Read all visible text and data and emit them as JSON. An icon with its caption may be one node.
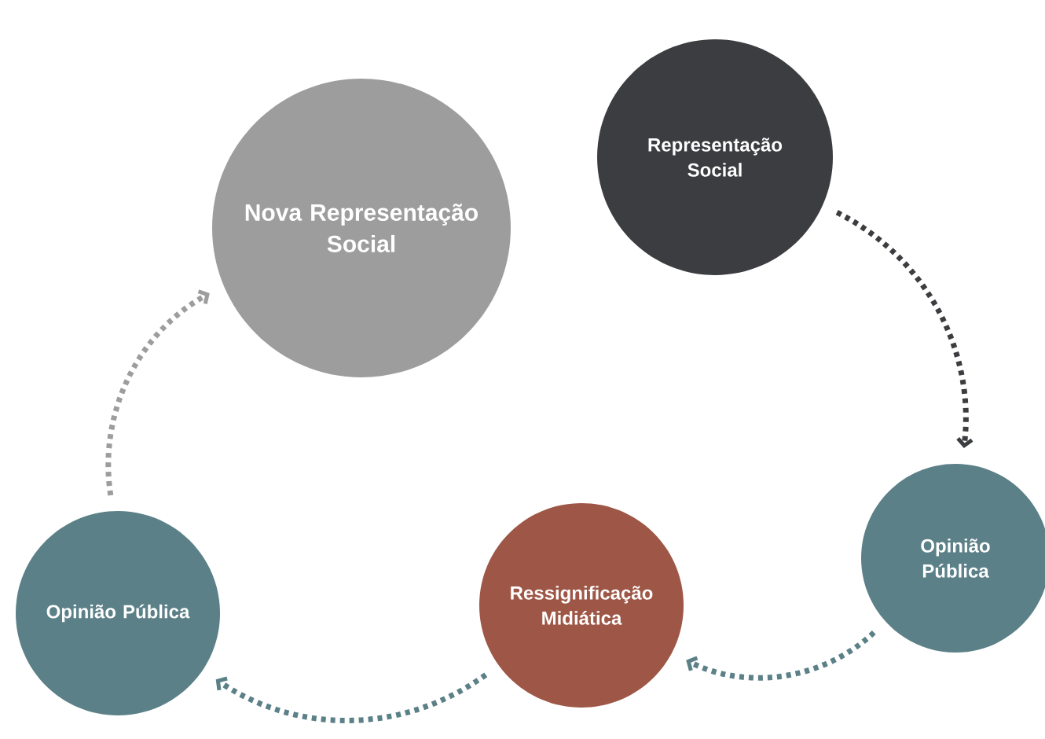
{
  "diagram": {
    "nodes": [
      {
        "text": [
          "Nova Representação Social"
        ]
      },
      {
        "text": [
          "Representação Social"
        ]
      },
      {
        "text": [
          "Opinião Pública"
        ]
      },
      {
        "text": [
          "Ressignificação Midiática"
        ]
      },
      {
        "text": [
          "Opinião Pública"
        ]
      }
    ],
    "edges": [
      {
        "from": 1,
        "to": 2,
        "arrow": "to",
        "color": "#3c3d40"
      },
      {
        "from": 2,
        "to": 3,
        "arrow": "to"
      },
      {
        "from": 3,
        "to": 4,
        "arrow": "to"
      },
      {
        "from": 4,
        "to": 0,
        "arrow": "to",
        "color": "#9d9d9d"
      }
    ]
  }
}
